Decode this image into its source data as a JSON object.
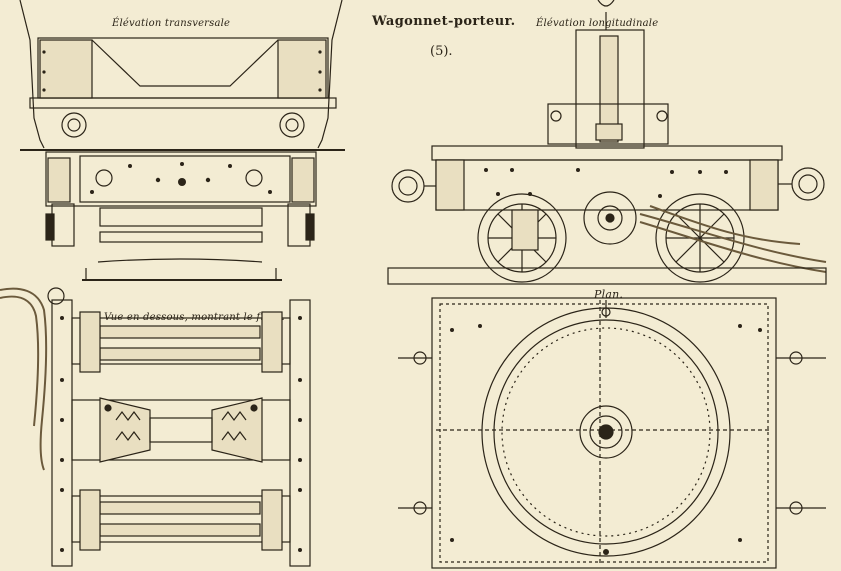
{
  "plate": {
    "main_title": "Wagonnet-porteur.",
    "figure_number": "(5).",
    "labels": {
      "elevation_transversale": "Élévation transversale",
      "elevation_longitudinale": "Élévation longitudinale",
      "plan": "Plan.",
      "vue_dessous": "Vue en dessous, montrant le frein."
    }
  },
  "colors": {
    "paper": "#f3ecd3",
    "ink": "#2b2418",
    "rope": "#6b5a3c",
    "shade": "#d8cfb2"
  }
}
